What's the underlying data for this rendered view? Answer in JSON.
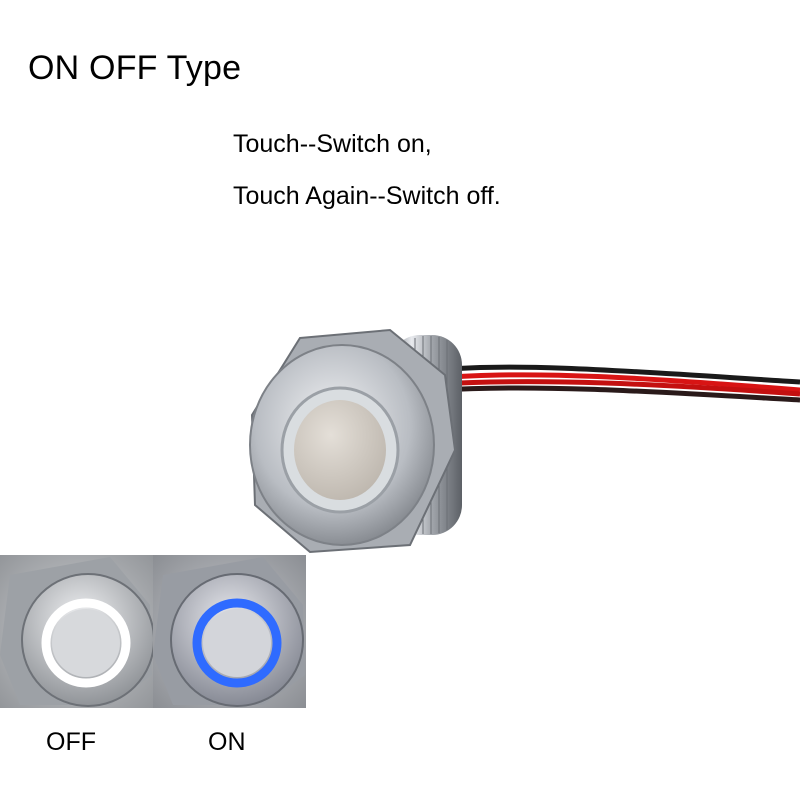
{
  "title": "ON OFF Type",
  "description": {
    "line1": "Touch--Switch on,",
    "line2": "Touch Again--Switch off."
  },
  "states": [
    {
      "caption": "OFF",
      "ring_color": "#ffffff"
    },
    {
      "caption": "ON",
      "ring_color": "#2f6bff"
    }
  ],
  "colors": {
    "metal": "#c9ccd1",
    "wire_red": "#d81414",
    "wire_black": "#1a1a1a",
    "ring_idle": "#d9dde0",
    "background": "#ffffff"
  }
}
